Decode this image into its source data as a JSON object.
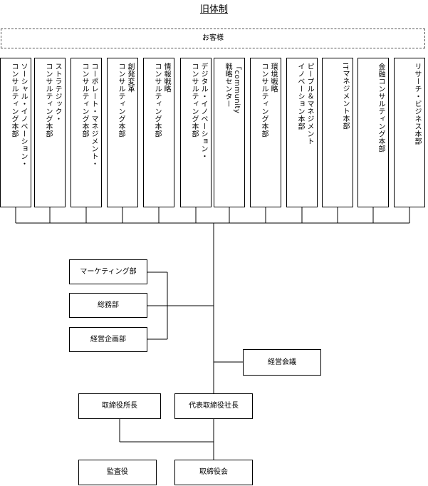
{
  "title": "旧体制",
  "client": "お客様",
  "departments": [
    {
      "label": "ソーシャル・イノベーション・\nコンサルティング本部"
    },
    {
      "label": "ストラテジック・\nコンサルティング本部"
    },
    {
      "label": "コーポレート・マネジメント・\nコンサルティング本部"
    },
    {
      "label": "創発変革\nコンサルティング本部"
    },
    {
      "label": "情報戦略\nコンサルティング本部"
    },
    {
      "label": "デジタル・イノベーション・\nコンサルティング本部"
    },
    {
      "label": "「community\n戦略センター"
    },
    {
      "label": "環境戦略\nコンサルティング本部"
    },
    {
      "label": "ピープル＆マネジメント\nイノベーション本部"
    },
    {
      "label": "ITマネジメント本部"
    },
    {
      "label": "金融コンサルティング本部"
    },
    {
      "label": "リサーチ・ビジネス本部"
    }
  ],
  "staff": {
    "marketing": "マーケティング部",
    "general_affairs": "総務部",
    "corporate_planning": "経営企画部"
  },
  "management_council": "経営会議",
  "ceo": "代表取締役社長",
  "director_chief": "取締役所長",
  "auditor": "監査役",
  "board": "取締役会"
}
